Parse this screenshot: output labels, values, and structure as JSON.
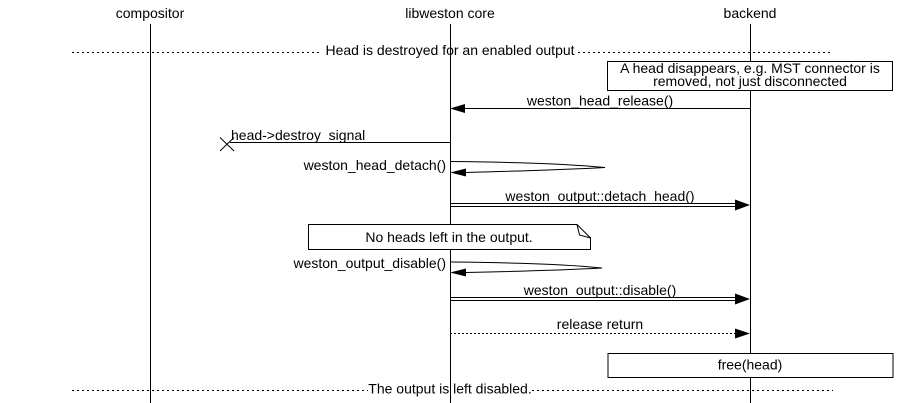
{
  "diagram": {
    "type": "sequence",
    "participants": [
      {
        "label": "compositor"
      },
      {
        "label": "libweston core"
      },
      {
        "label": "backend"
      }
    ],
    "dividers": [
      {
        "label": "Head is destroyed for an enabled output"
      },
      {
        "label": "The output is left disabled."
      }
    ],
    "notes": [
      {
        "on": "backend",
        "lines": [
          "A head disappears, e.g. MST connector is",
          "removed, not just disconnected"
        ]
      },
      {
        "on": "libweston core",
        "lines": [
          "No heads left in the output."
        ]
      },
      {
        "on": "backend",
        "lines": [
          "free(head)"
        ]
      }
    ],
    "messages": [
      {
        "label": "weston_head_release()",
        "from": "backend",
        "to": "libweston core",
        "style": "call"
      },
      {
        "label": "head->destroy_signal",
        "from": "libweston core",
        "to": "compositor",
        "style": "lost"
      },
      {
        "label": "weston_head_detach()",
        "from": "libweston core",
        "to": "libweston core",
        "style": "self"
      },
      {
        "label": "weston_output::detach_head()",
        "from": "libweston core",
        "to": "backend",
        "style": "double-call"
      },
      {
        "label": "weston_output_disable()",
        "from": "libweston core",
        "to": "libweston core",
        "style": "self"
      },
      {
        "label": "weston_output::disable()",
        "from": "libweston core",
        "to": "backend",
        "style": "double-call"
      },
      {
        "label": "release return",
        "from": "libweston core",
        "to": "backend",
        "style": "dotted-return"
      }
    ],
    "colors": {
      "stroke": "#000000",
      "background": "#ffffff",
      "text": "#000000"
    }
  }
}
